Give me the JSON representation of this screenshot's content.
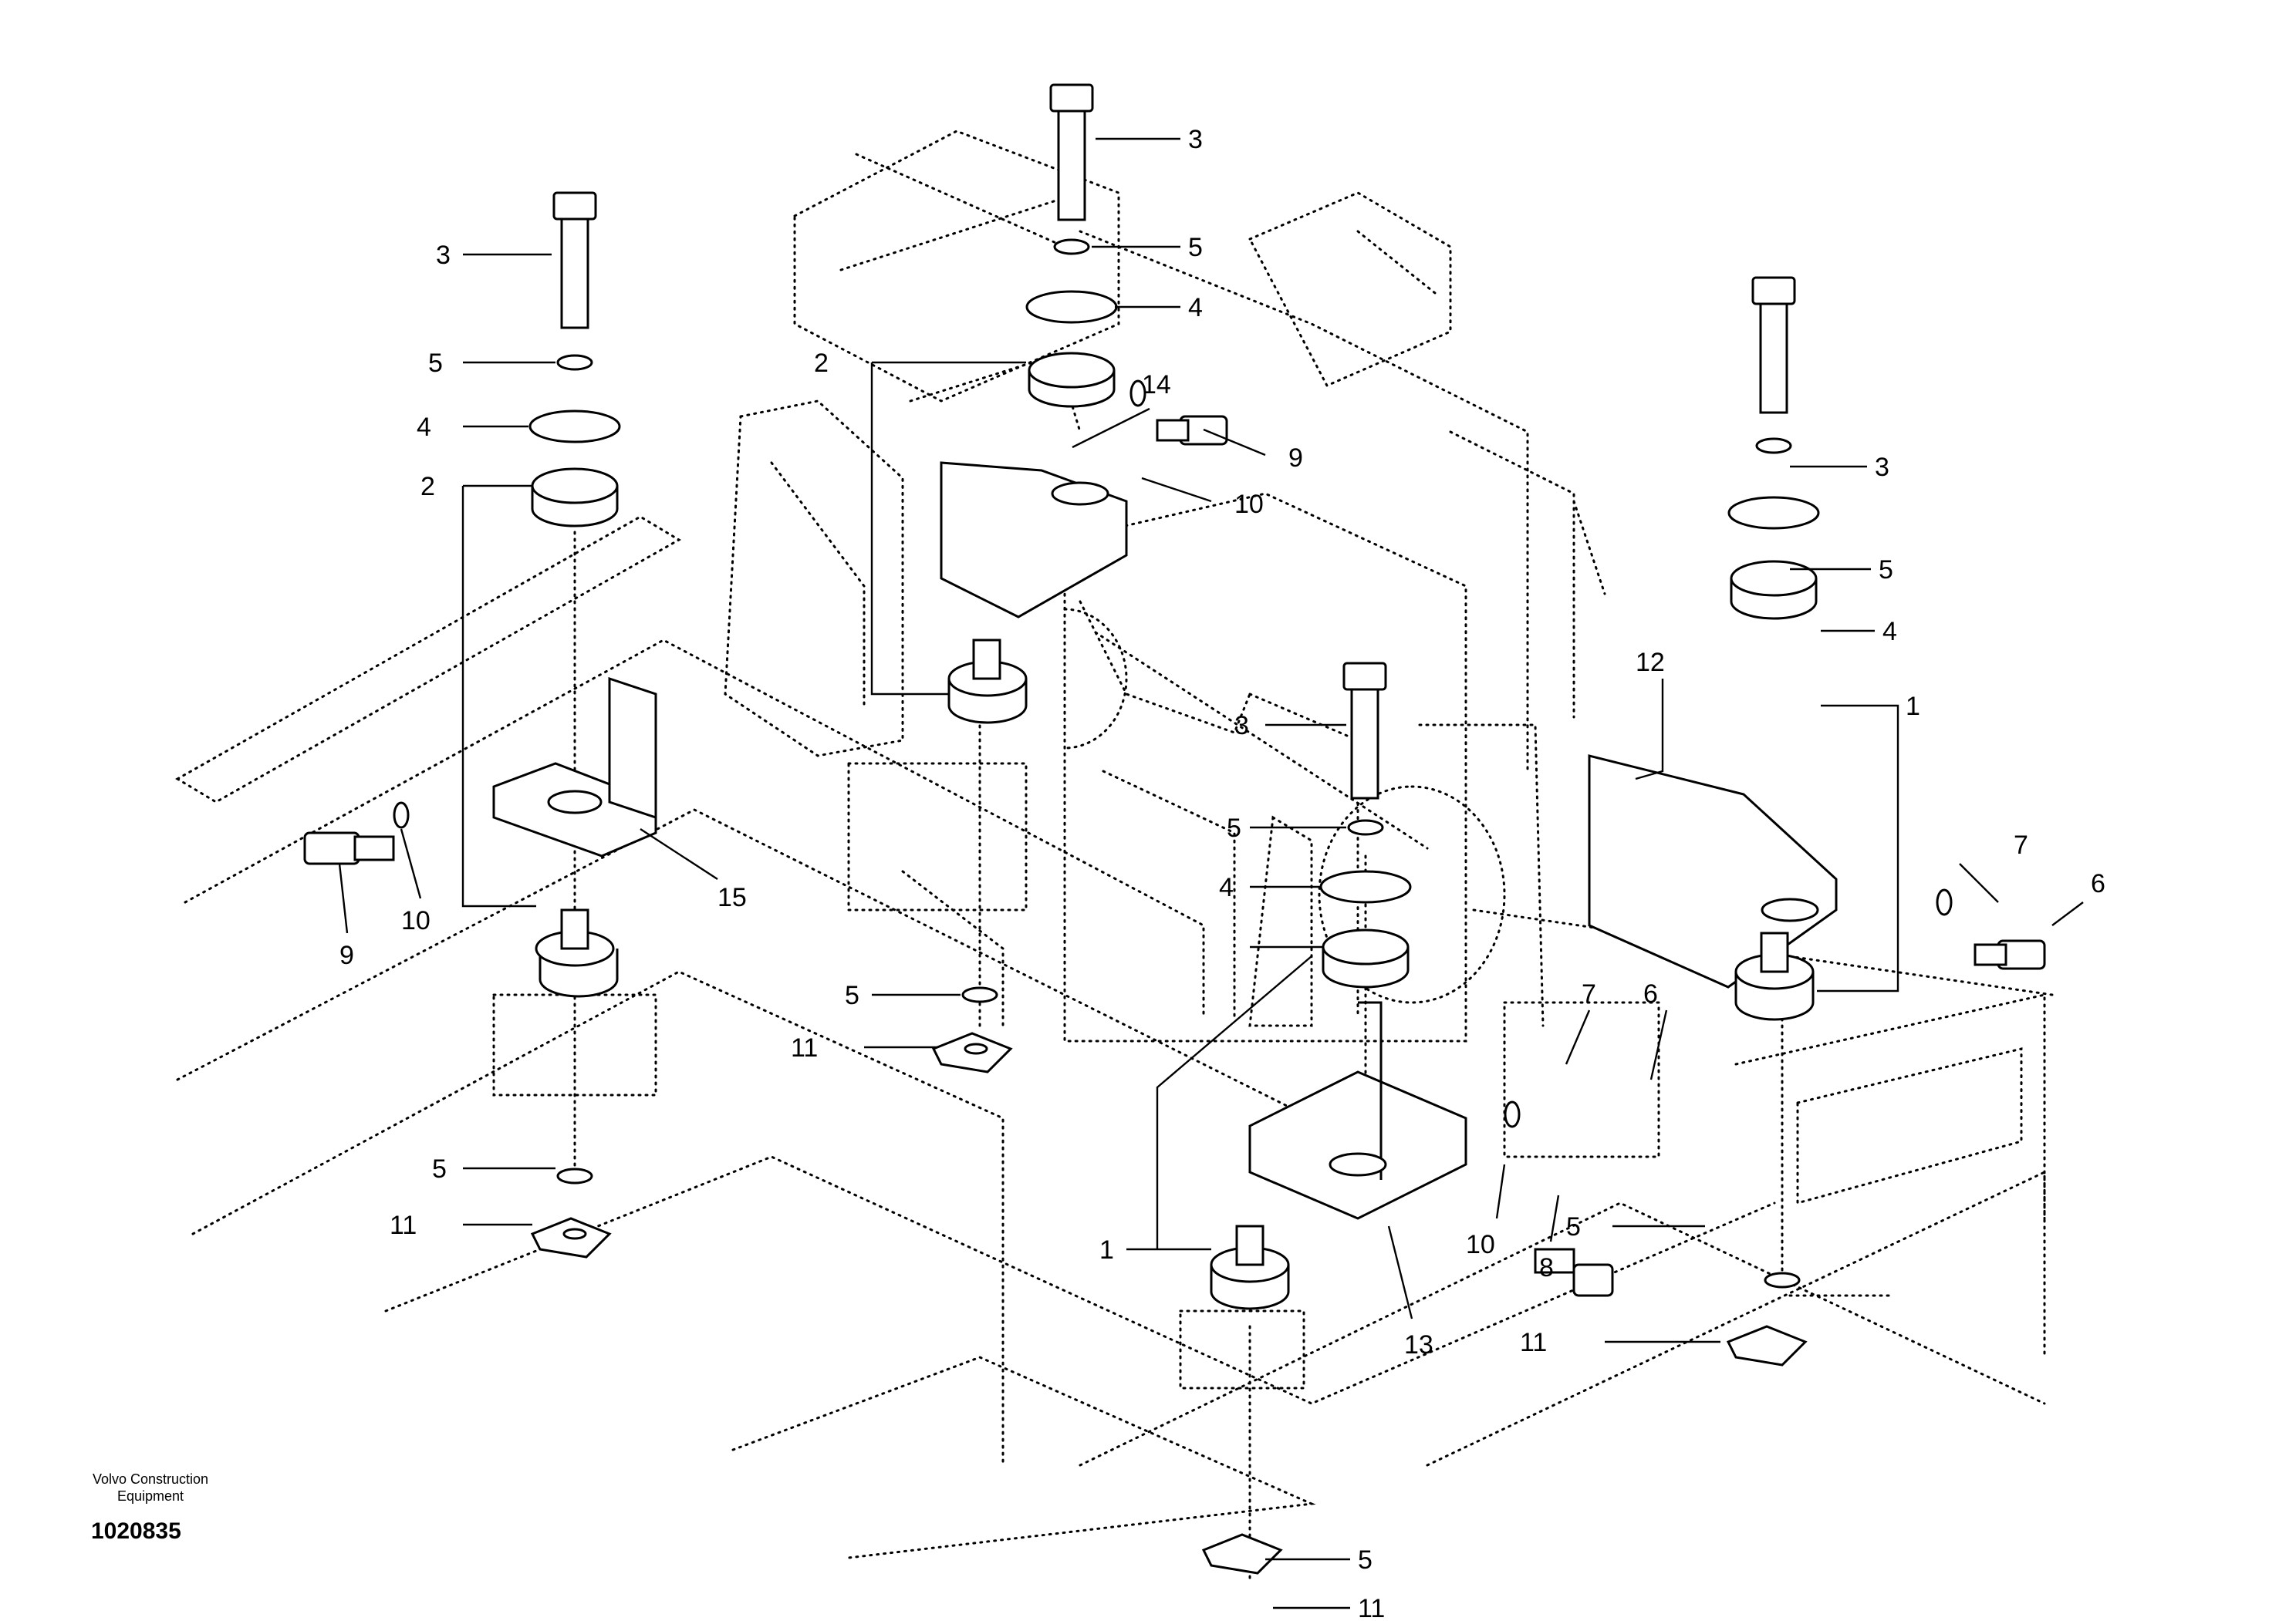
{
  "callouts": {
    "c1a": "1",
    "c1b": "1",
    "c2a": "2",
    "c2b": "2",
    "c3a": "3",
    "c3b": "3",
    "c3c": "3",
    "c3d": "3",
    "c4a": "4",
    "c4b": "4",
    "c4c": "4",
    "c4d": "4",
    "c5a": "5",
    "c5b": "5",
    "c5c": "5",
    "c5d": "5",
    "c5e": "5",
    "c5f": "5",
    "c5g": "5",
    "c5h": "5",
    "c6a": "6",
    "c6b": "6",
    "c7a": "7",
    "c7b": "7",
    "c8": "8",
    "c9a": "9",
    "c9b": "9",
    "c10a": "10",
    "c10b": "10",
    "c10c": "10",
    "c11a": "11",
    "c11b": "11",
    "c11c": "11",
    "c11d": "11",
    "c12": "12",
    "c13": "13",
    "c14": "14",
    "c15": "15"
  },
  "footer": {
    "company_line1": "Volvo Construction",
    "company_line2": "Equipment",
    "drawing_number": "1020835"
  }
}
